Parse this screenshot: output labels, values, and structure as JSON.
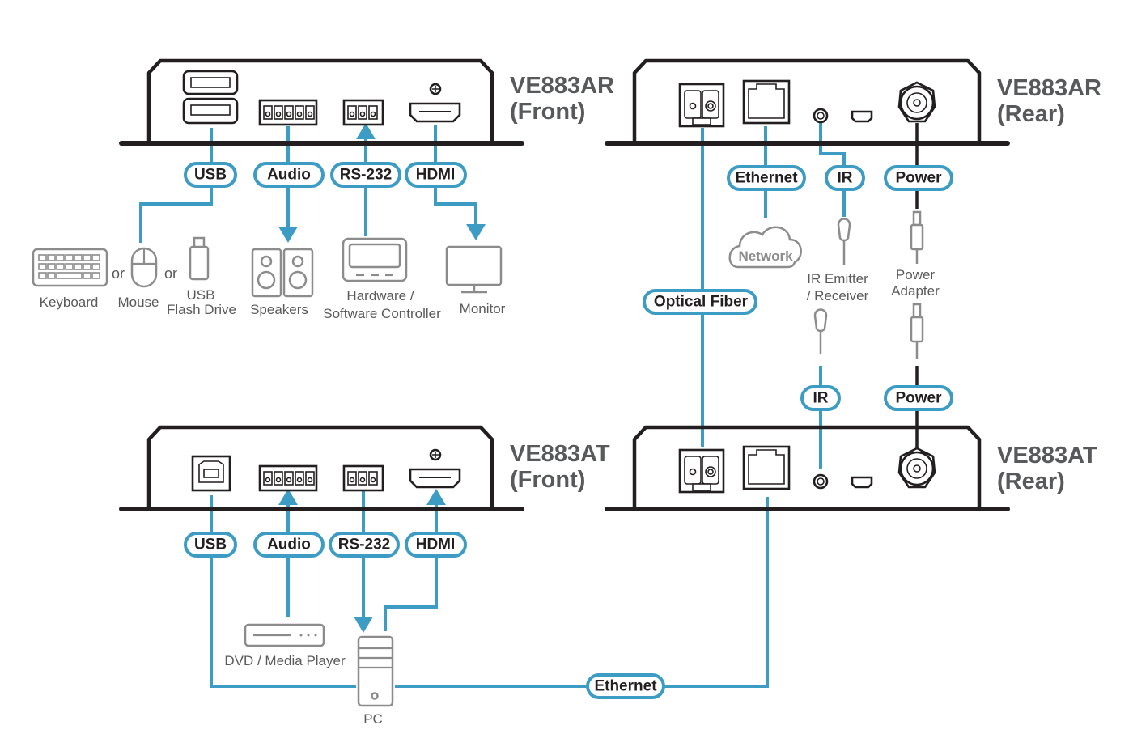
{
  "colors": {
    "cable": "#3c9cc4",
    "power_cable": "#231f20",
    "device_outline": "#8c8c8c",
    "chassis": "#231f20",
    "title_text": "#58595b",
    "label_text": "#5a5a5a"
  },
  "units": {
    "rx_front": {
      "model": "VE883AR",
      "side": "(Front)"
    },
    "rx_rear": {
      "model": "VE883AR",
      "side": "(Rear)"
    },
    "tx_front": {
      "model": "VE883AT",
      "side": "(Front)"
    },
    "tx_rear": {
      "model": "VE883AT",
      "side": "(Rear)"
    }
  },
  "connectors": {
    "rx_front": {
      "usb": "USB",
      "audio": "Audio",
      "rs232": "RS-232",
      "hdmi": "HDMI"
    },
    "rx_rear": {
      "ethernet": "Ethernet",
      "ir": "IR",
      "power": "Power"
    },
    "tx_front": {
      "usb": "USB",
      "audio": "Audio",
      "rs232": "RS-232",
      "hdmi": "HDMI"
    },
    "tx_rear": {
      "ir": "IR",
      "power": "Power"
    },
    "optical_fiber": "Optical Fiber",
    "pc_ethernet": "Ethernet"
  },
  "devices": {
    "keyboard": "Keyboard",
    "or1": "or",
    "mouse": "Mouse",
    "or2": "or",
    "usb_flash_line1": "USB",
    "usb_flash_line2": "Flash Drive",
    "speakers": "Speakers",
    "controller_line1": "Hardware /",
    "controller_line2": "Software Controller",
    "monitor": "Monitor",
    "network": "Network",
    "ir_line1": "IR Emitter",
    "ir_line2": "/ Receiver",
    "power_line1": "Power",
    "power_line2": "Adapter",
    "dvd": "DVD / Media Player",
    "pc": "PC"
  }
}
